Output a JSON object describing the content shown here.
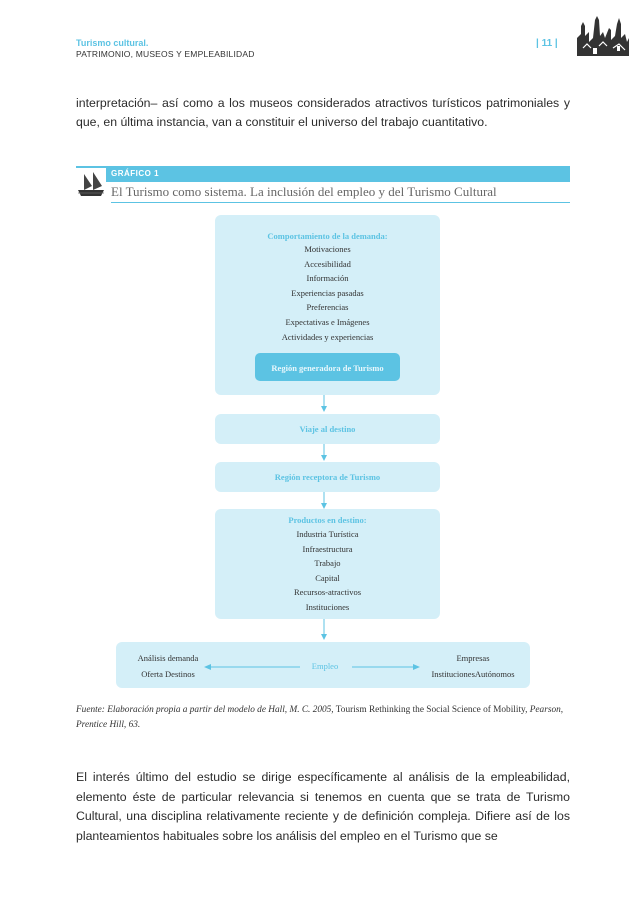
{
  "header": {
    "title": "Turismo cultural.",
    "subtitle": "PATRIMONIO, MUSEOS Y EMPLEABILIDAD",
    "page_number": "| 11 |"
  },
  "paragraph1": "interpretación– así como a los museos considerados atractivos turísticos patrimoniales y que, en última instancia, van a constituir el universo del trabajo cuantitativo.",
  "figure": {
    "label": "GRÁFICO 1",
    "title": "El Turismo como sistema. La inclusión del empleo y del Turismo Cultural",
    "demand": {
      "heading": "Comportamiento de la demanda:",
      "items": [
        "Motivaciones",
        "Accesibilidad",
        "Información",
        "Experiencias pasadas",
        "Preferencias",
        "Expectativas e Imágenes",
        "Actividades y experiencias"
      ],
      "region": "Región generadora de Turismo"
    },
    "travel": "Viaje al destino",
    "receiving": "Región receptora de Turismo",
    "products": {
      "heading": "Productos en destino:",
      "items": [
        "Industria Turística",
        "Infraestructura",
        "Trabajo",
        "Capital",
        "Recursos-atractivos",
        "Instituciones"
      ]
    },
    "employment": {
      "left_line1": "Análisis demanda",
      "left_line2": "Oferta Destinos",
      "center": "Empleo",
      "right_line1": "Empresas",
      "right_line2": "InstitucionesAutónomos"
    }
  },
  "source": {
    "italic": "Fuente: Elaboración propia a partir del modelo de Hall, M. C. 2005,",
    "normal": " Tourism Rethinking the Social Science of Mobility, ",
    "italic2": "Pearson, Prentice Hill, 63."
  },
  "paragraph2": "El interés último del estudio se dirige específicamente al análisis de la empleabilidad, elemento éste de particular relevancia si tenemos en cuenta que se trata de Turismo Cultural, una disciplina relativamente reciente y de definición compleja. Difiere así de los planteamientos habituales sobre los análisis del empleo en el Turismo que se",
  "colors": {
    "accent": "#5cc3e3",
    "box": "#d4eff8"
  },
  "icons": [
    "city-illustration-icon",
    "ship-illustration-icon"
  ]
}
